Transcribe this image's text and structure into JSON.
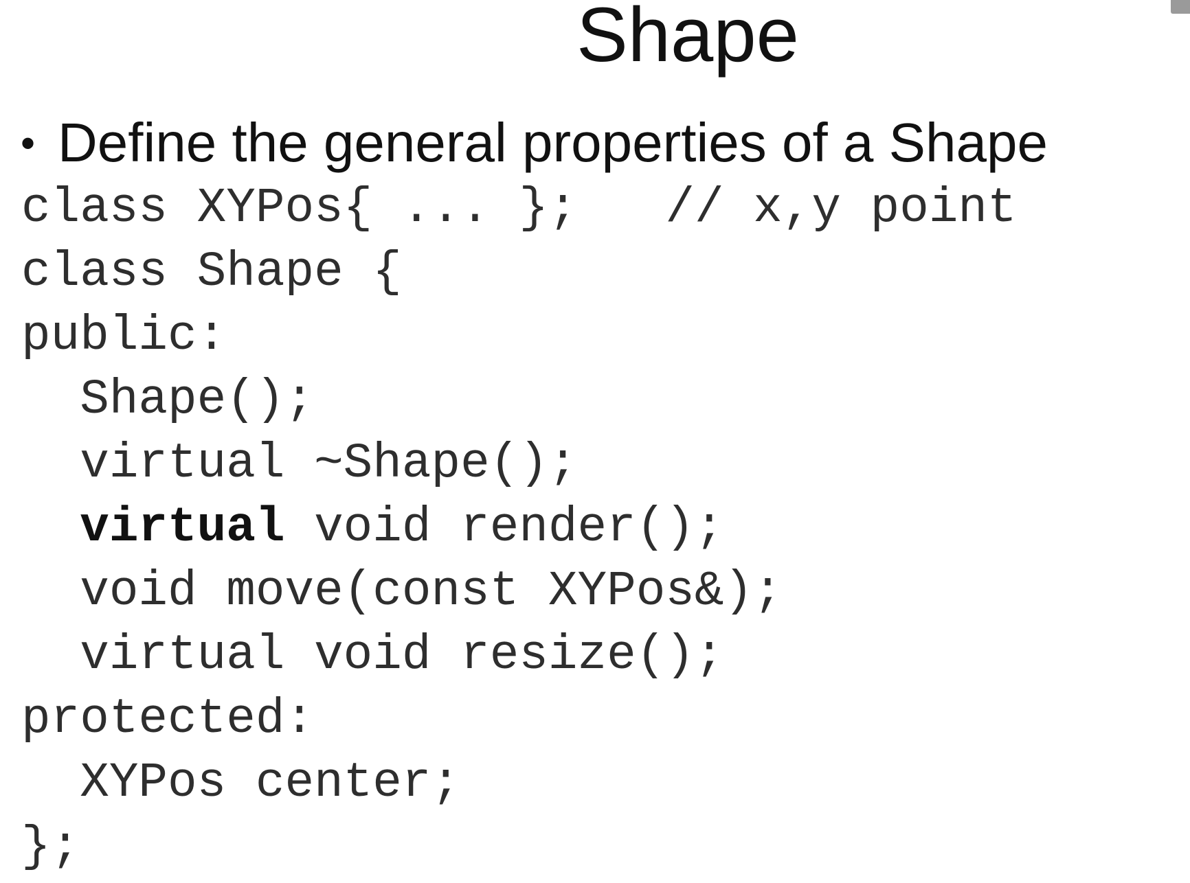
{
  "slide": {
    "title": "Shape",
    "bullet": "Define the general properties of a Shape"
  },
  "code": {
    "lines": [
      {
        "indent": "",
        "bold": "",
        "text": "class XYPos{ ... };   // x,y point"
      },
      {
        "indent": "",
        "bold": "",
        "text": "class Shape {"
      },
      {
        "indent": "",
        "bold": "",
        "text": "public:"
      },
      {
        "indent": "  ",
        "bold": "",
        "text": "Shape();"
      },
      {
        "indent": "  ",
        "bold": "",
        "text": "virtual ~Shape();"
      },
      {
        "indent": "  ",
        "bold": "virtual",
        "text": " void render();"
      },
      {
        "indent": "  ",
        "bold": "",
        "text": "void move(const XYPos&);"
      },
      {
        "indent": "  ",
        "bold": "",
        "text": "virtual void resize();"
      },
      {
        "indent": "",
        "bold": "",
        "text": "protected:"
      },
      {
        "indent": "  ",
        "bold": "",
        "text": "XYPos center;"
      },
      {
        "indent": "",
        "bold": "",
        "text": "};"
      }
    ]
  },
  "colors": {
    "background": "#ffffff",
    "title_text": "#111111",
    "code_text": "#2e2e2e"
  }
}
